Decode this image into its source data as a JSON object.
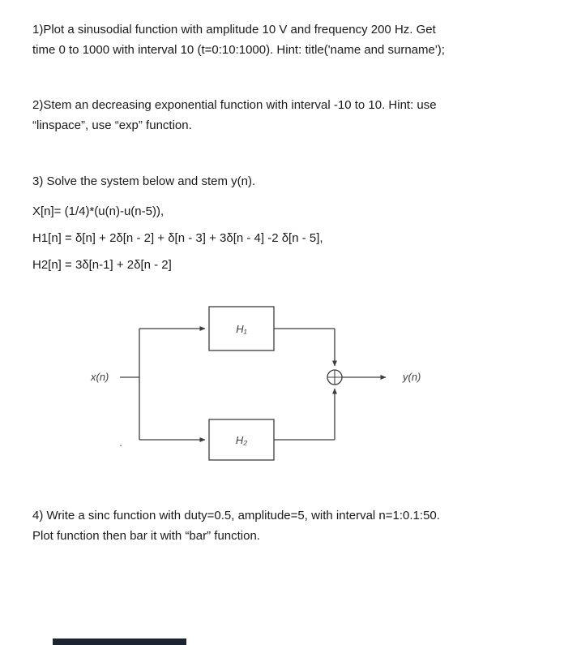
{
  "document": {
    "q1": {
      "line1": "1)Plot a sinusodial function with amplitude 10 V and frequency 200 Hz. Get",
      "line2": "time 0 to 1000 with interval 10 (t=0:10:1000).  Hint: title('name and surname');"
    },
    "q2": {
      "line1": "2)Stem an decreasing exponential function with interval -10 to 10.  Hint: use",
      "line2": "“linspace”, use “exp” function."
    },
    "q3": {
      "intro": "3) Solve the system below and stem y(n).",
      "eq1": "X[n]= (1/4)*(u(n)-u(n-5)),",
      "eq2": "H1[n] = δ[n] + 2δ[n - 2] + δ[n - 3] + 3δ[n - 4] -2 δ[n - 5],",
      "eq3": "H2[n] = 3δ[n-1] + 2δ[n - 2]"
    },
    "diagram": {
      "input_label": "x(n)",
      "output_label": "y(n)",
      "block1_label": "H₁",
      "block2_label": "H₂",
      "stray_dot": "."
    },
    "q4": {
      "line1": "4) Write a sinc function with duty=0.5, amplitude=5, with interval n=1:0.1:50.",
      "line2": "Plot function then bar it with “bar” function."
    }
  }
}
